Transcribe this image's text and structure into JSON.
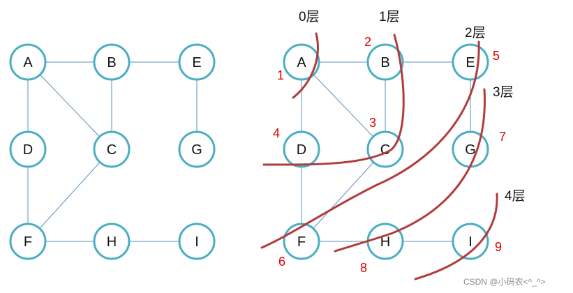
{
  "nodes": [
    {
      "id": "A",
      "label": "A"
    },
    {
      "id": "B",
      "label": "B"
    },
    {
      "id": "E",
      "label": "E"
    },
    {
      "id": "D",
      "label": "D"
    },
    {
      "id": "C",
      "label": "C"
    },
    {
      "id": "G",
      "label": "G"
    },
    {
      "id": "F",
      "label": "F"
    },
    {
      "id": "H",
      "label": "H"
    },
    {
      "id": "I",
      "label": "I"
    }
  ],
  "edges": [
    [
      "A",
      "B"
    ],
    [
      "B",
      "E"
    ],
    [
      "A",
      "D"
    ],
    [
      "A",
      "C"
    ],
    [
      "B",
      "C"
    ],
    [
      "E",
      "G"
    ],
    [
      "D",
      "F"
    ],
    [
      "C",
      "F"
    ],
    [
      "F",
      "H"
    ],
    [
      "H",
      "I"
    ]
  ],
  "layers": [
    {
      "label": "0层"
    },
    {
      "label": "1层"
    },
    {
      "label": "2层"
    },
    {
      "label": "3层"
    },
    {
      "label": "4层"
    }
  ],
  "visit_order": [
    {
      "node": "A",
      "order": "1"
    },
    {
      "node": "B",
      "order": "2"
    },
    {
      "node": "C",
      "order": "3"
    },
    {
      "node": "D",
      "order": "4"
    },
    {
      "node": "E",
      "order": "5"
    },
    {
      "node": "F",
      "order": "6"
    },
    {
      "node": "G",
      "order": "7"
    },
    {
      "node": "H",
      "order": "8"
    },
    {
      "node": "I",
      "order": "9"
    }
  ],
  "watermark": "CSDN @小码农<^_^>"
}
